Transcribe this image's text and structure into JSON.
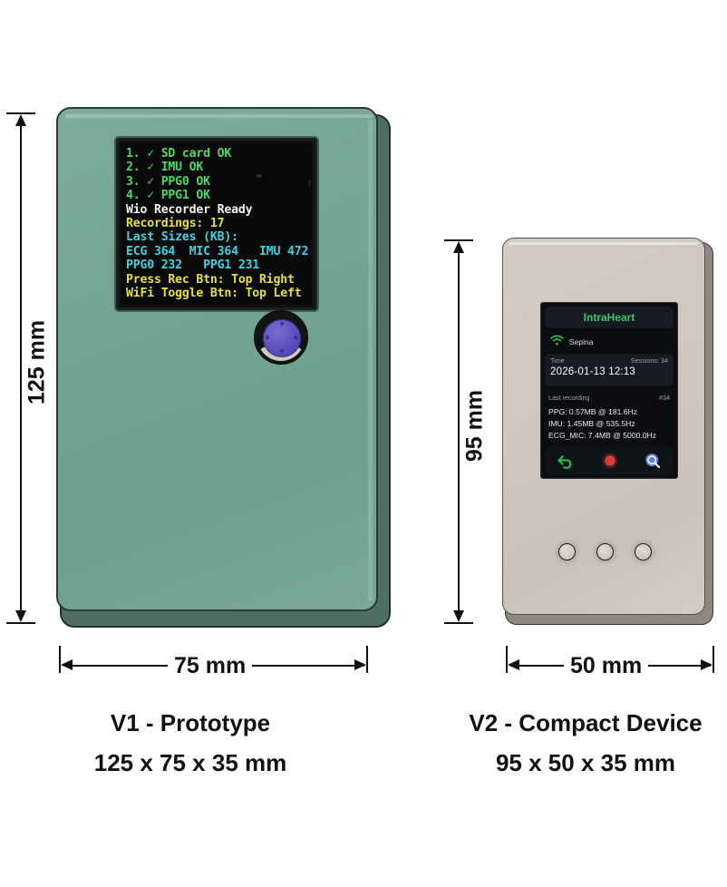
{
  "figure": {
    "background_color": "#ffffff"
  },
  "v1": {
    "caption_title": "V1 - Prototype",
    "caption_dims": "125 x 75 x 35 mm",
    "width_label": "75 mm",
    "height_label": "125 mm",
    "body_color": "#74a493",
    "knob_color": "#5b4fbe",
    "screen": {
      "background_color": "#07090a",
      "lines": [
        {
          "text": "1. ✓ SD card OK",
          "color": "#4cd964"
        },
        {
          "text": "2. ✓ IMU OK",
          "color": "#4cd964"
        },
        {
          "text": "3. ✓ PPG0 OK",
          "color": "#4cd964"
        },
        {
          "text": "4. ✓ PPG1 OK",
          "color": "#4cd964"
        },
        {
          "text": "Wio Recorder Ready",
          "color": "#f2f2f2"
        },
        {
          "text": "Recordings: 17",
          "color": "#e8e032"
        },
        {
          "text": "Last Sizes (KB):",
          "color": "#3fd4e0"
        },
        {
          "text": "ECG 364  MIC 364   IMU 472",
          "color": "#3fd4e0"
        },
        {
          "text": "PPG0 232   PPG1 231",
          "color": "#3fd4e0"
        },
        {
          "text": "Press Rec Btn: Top Right",
          "color": "#e8e032"
        },
        {
          "text": "WiFi Toggle Btn: Top Left",
          "color": "#e8e032"
        }
      ]
    }
  },
  "v2": {
    "caption_title": "V2 - Compact Device",
    "caption_dims": "95 x 50 x 35 mm",
    "width_label": "50 mm",
    "height_label": "95 mm",
    "body_color": "#cdc7bf",
    "screen": {
      "background_color": "#0b0d11",
      "title": "IntraHeart",
      "title_color": "#3fc46a",
      "wifi_icon": "wifi-icon",
      "wifi_ssid": "Sepina",
      "time_label": "Time",
      "sessions_label": "Sessions: 34",
      "datetime": "2026-01-13  12:13",
      "last_recording_label": "Last recording",
      "recording_id": "#34",
      "stats": [
        "PPG: 0.57MB  @ 181.6Hz",
        "IMU: 1.45MB  @ 535.5Hz",
        "ECG_MIC: 7.4MB  @ 5000.0Hz"
      ],
      "buttons": [
        {
          "name": "back-button",
          "icon": "back-arrow-icon",
          "color": "#2fb24c"
        },
        {
          "name": "record-button",
          "icon": "record-dot-icon",
          "color": "#e03a36"
        },
        {
          "name": "search-button",
          "icon": "search-icon",
          "color": "#5a7fd6"
        }
      ]
    },
    "physical_buttons": [
      "button-1",
      "button-2",
      "button-3"
    ]
  }
}
